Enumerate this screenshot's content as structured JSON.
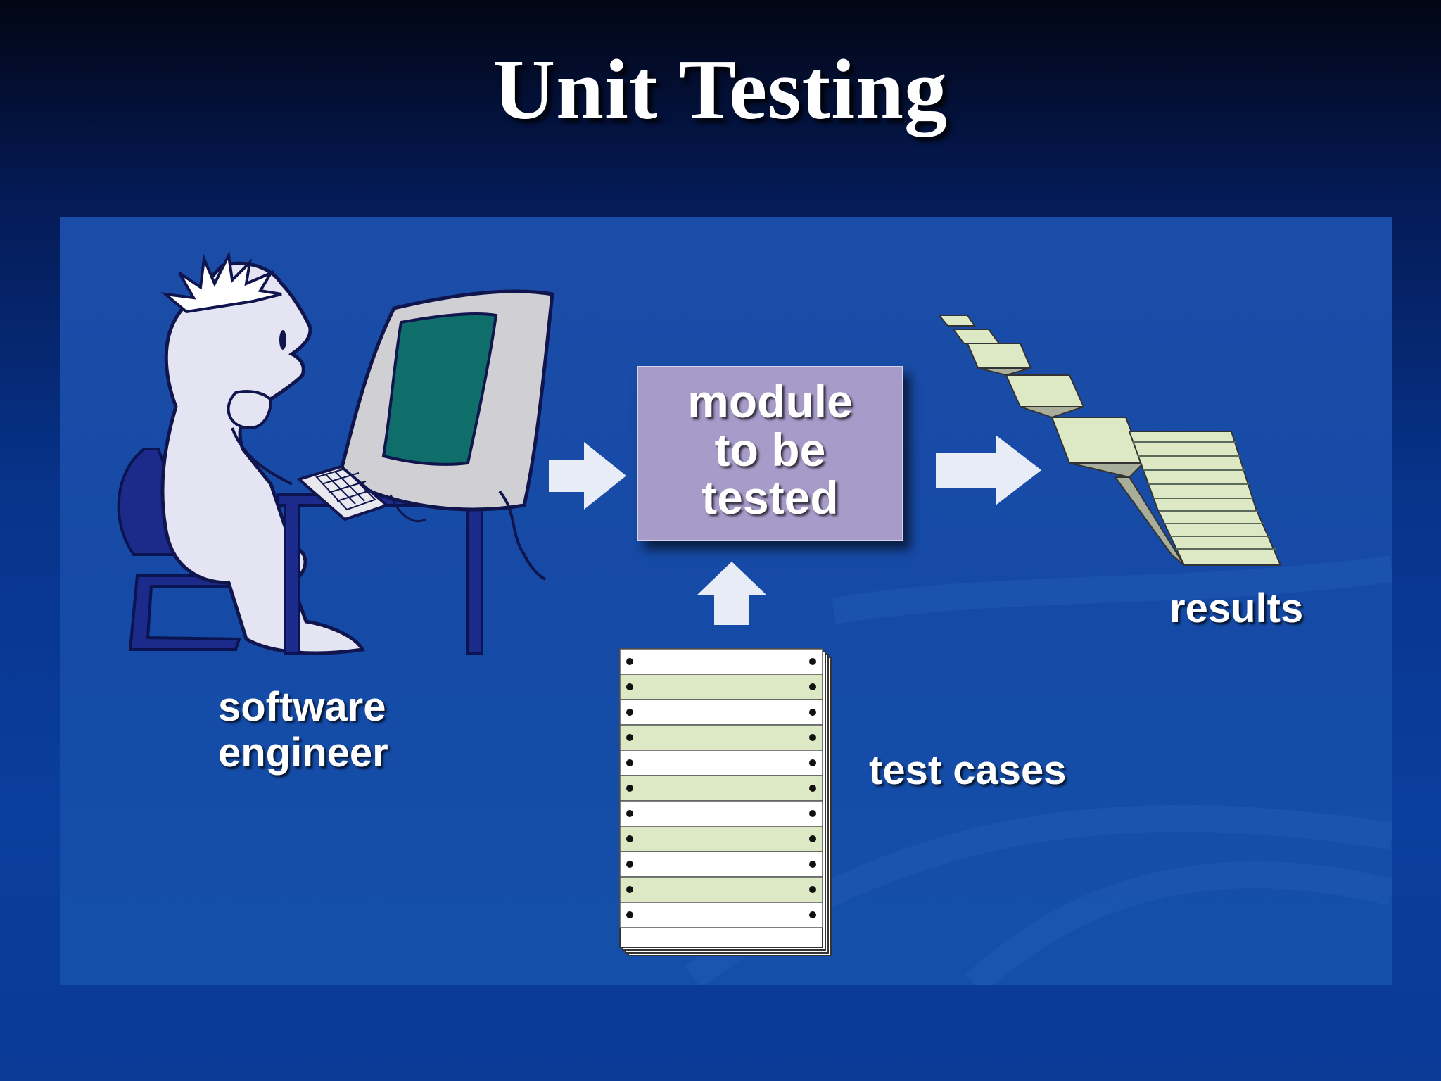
{
  "slide": {
    "title": "Unit Testing"
  },
  "diagram": {
    "engineer_label": "software\nengineer",
    "module_label": "module\nto be\ntested",
    "results_label": "results",
    "test_cases_label": "test cases"
  },
  "colors": {
    "background_dark": "#020514",
    "background_blue": "#0a3e9e",
    "module_fill": "#a79bc9",
    "paper_green": "#dde8c4",
    "screen_teal": "#0f6e6a",
    "desk_navy": "#1c2a8c"
  }
}
